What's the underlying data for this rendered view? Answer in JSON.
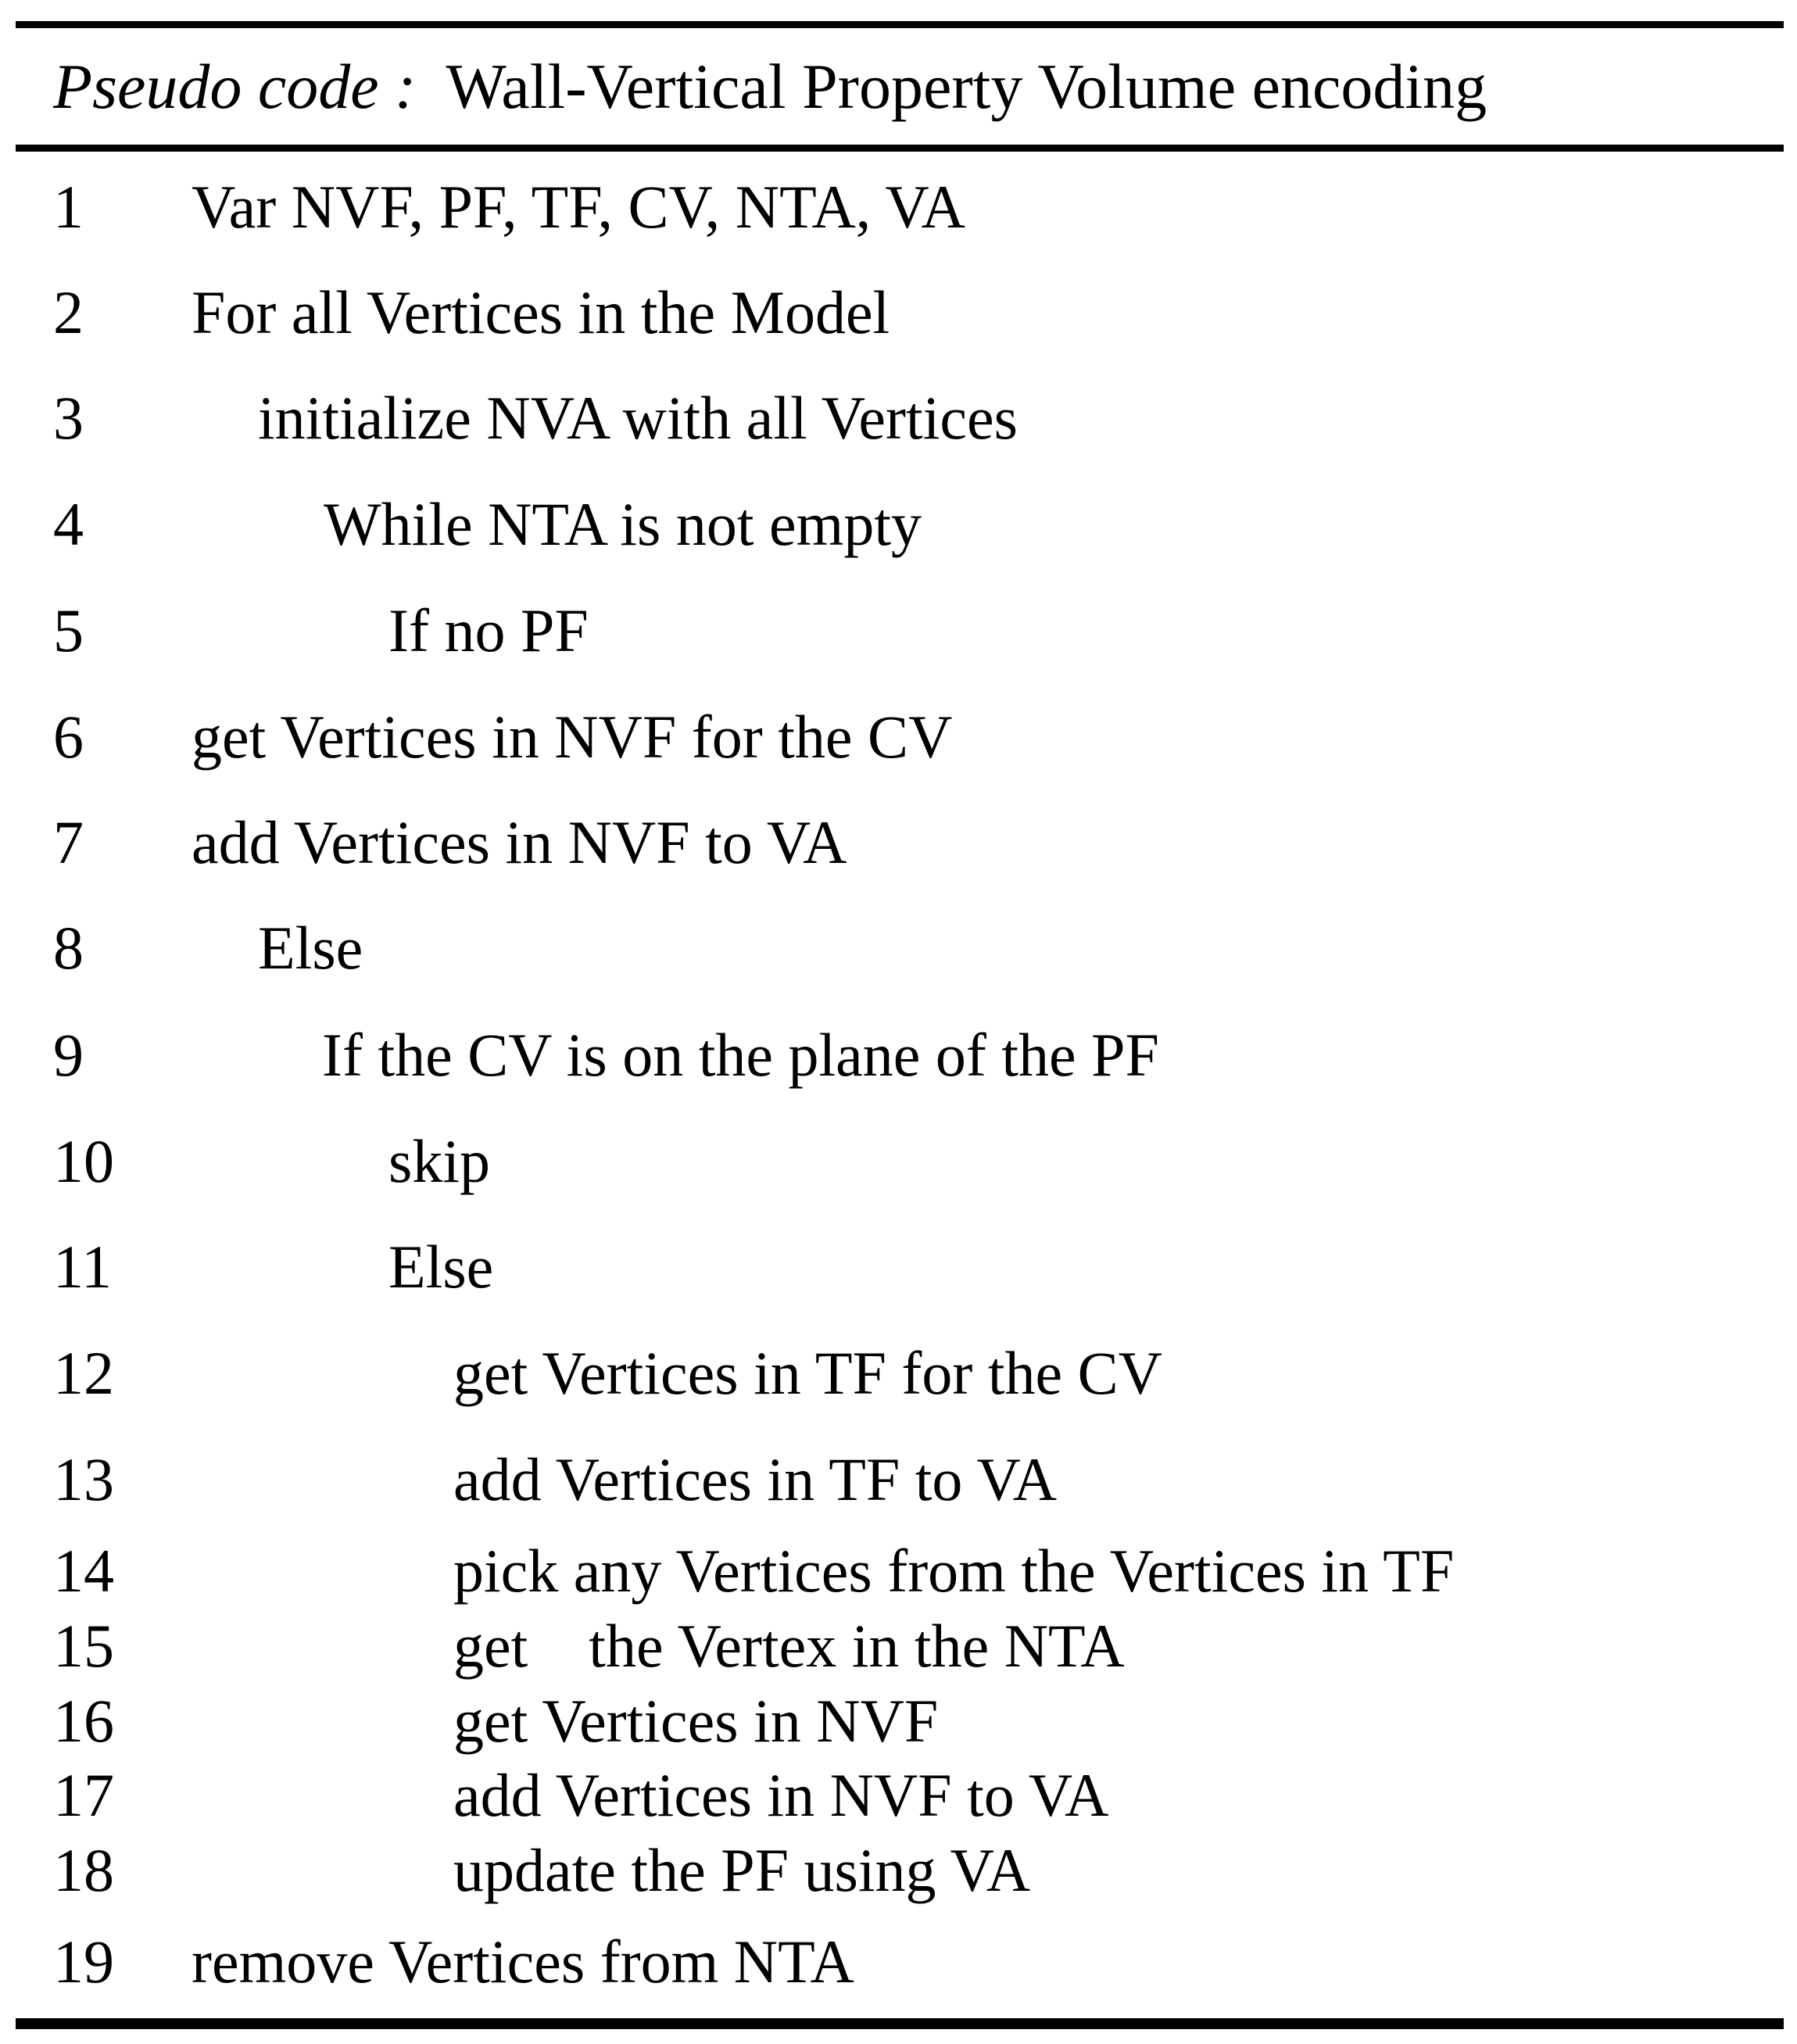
{
  "caption": {
    "label": "Pseudo code :",
    "title": "Wall-Vertical Property Volume encoding"
  },
  "lines": [
    {
      "num": "1",
      "text": "Var NVF, PF, TF, CV, NTA, VA"
    },
    {
      "num": "2",
      "text": "For all Vertices in the Model"
    },
    {
      "num": "3",
      "text": "initialize NVA with all Vertices"
    },
    {
      "num": "4",
      "text": "While NTA is not empty"
    },
    {
      "num": "5",
      "text": "If no PF"
    },
    {
      "num": "6",
      "text": "get Vertices in NVF for the CV"
    },
    {
      "num": "7",
      "text": "add Vertices in NVF to VA"
    },
    {
      "num": "8",
      "text": "Else"
    },
    {
      "num": "9",
      "text": "If the CV is on the plane of the PF"
    },
    {
      "num": "10",
      "text": "skip"
    },
    {
      "num": "11",
      "text": "Else"
    },
    {
      "num": "12",
      "text": "get Vertices in TF for the CV"
    },
    {
      "num": "13",
      "text": "add Vertices in TF to VA"
    },
    {
      "num": "14",
      "text": "pick any Vertices from the Vertices in TF"
    },
    {
      "num": "15",
      "text": "get    the Vertex in the NTA"
    },
    {
      "num": "16",
      "text": "get Vertices in NVF"
    },
    {
      "num": "17",
      "text": "add Vertices in NVF to VA"
    },
    {
      "num": "18",
      "text": "update the PF using VA"
    },
    {
      "num": "19",
      "text": "remove Vertices from NTA"
    }
  ]
}
